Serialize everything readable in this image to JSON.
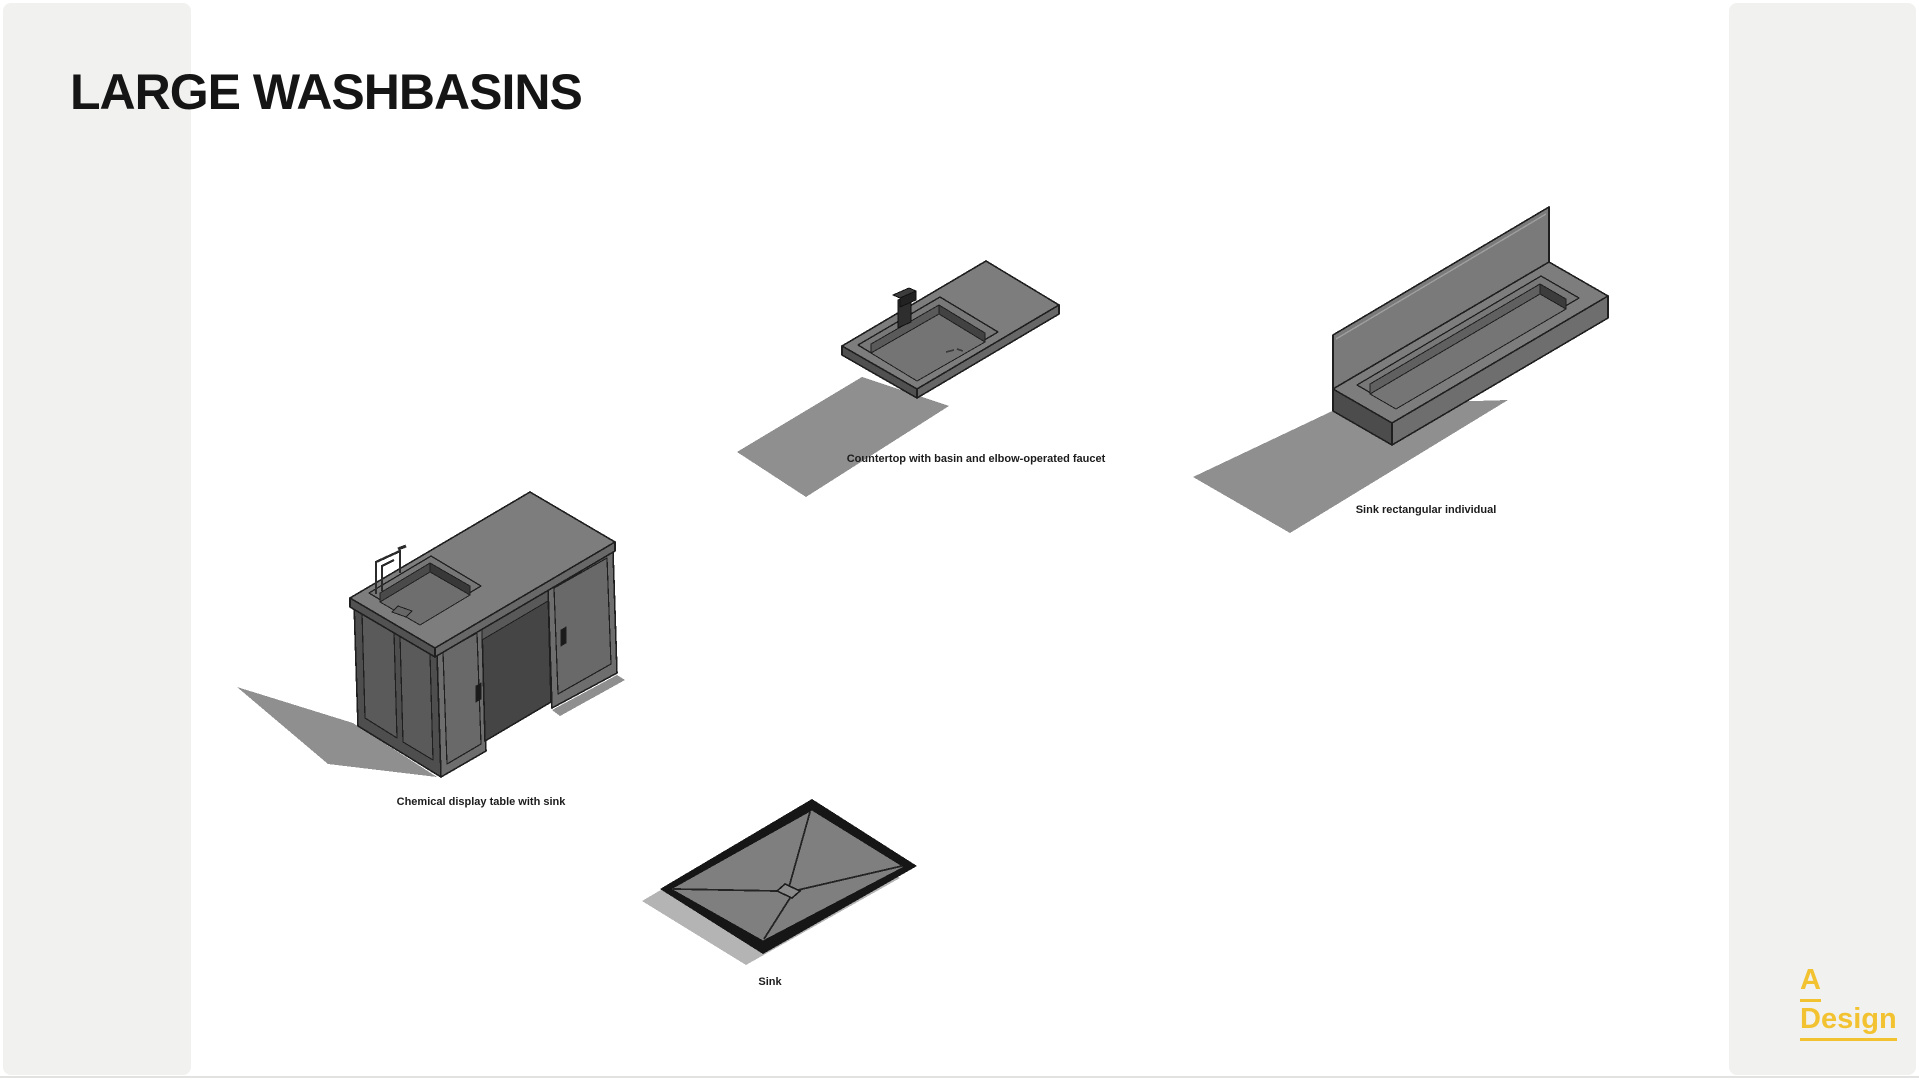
{
  "page": {
    "title": "LARGE WASHBASINS"
  },
  "figures": [
    {
      "id": "countertop-basin-faucet",
      "label": "Countertop with basin and elbow-operated faucet"
    },
    {
      "id": "sink-rectangular-individual",
      "label": "Sink rectangular individual"
    },
    {
      "id": "chemical-display-table-sink",
      "label": "Chemical display table with sink"
    },
    {
      "id": "sink",
      "label": "Sink"
    }
  ],
  "logo": {
    "line1": "A",
    "line2": "Design"
  },
  "colors": {
    "logo_yellow": "#f2c230",
    "panel_gray": "#f1f1ef",
    "model_gray": "#7d7d7d",
    "shadow_gray": "#8f8f8f",
    "outline_black": "#1f1f1f"
  }
}
